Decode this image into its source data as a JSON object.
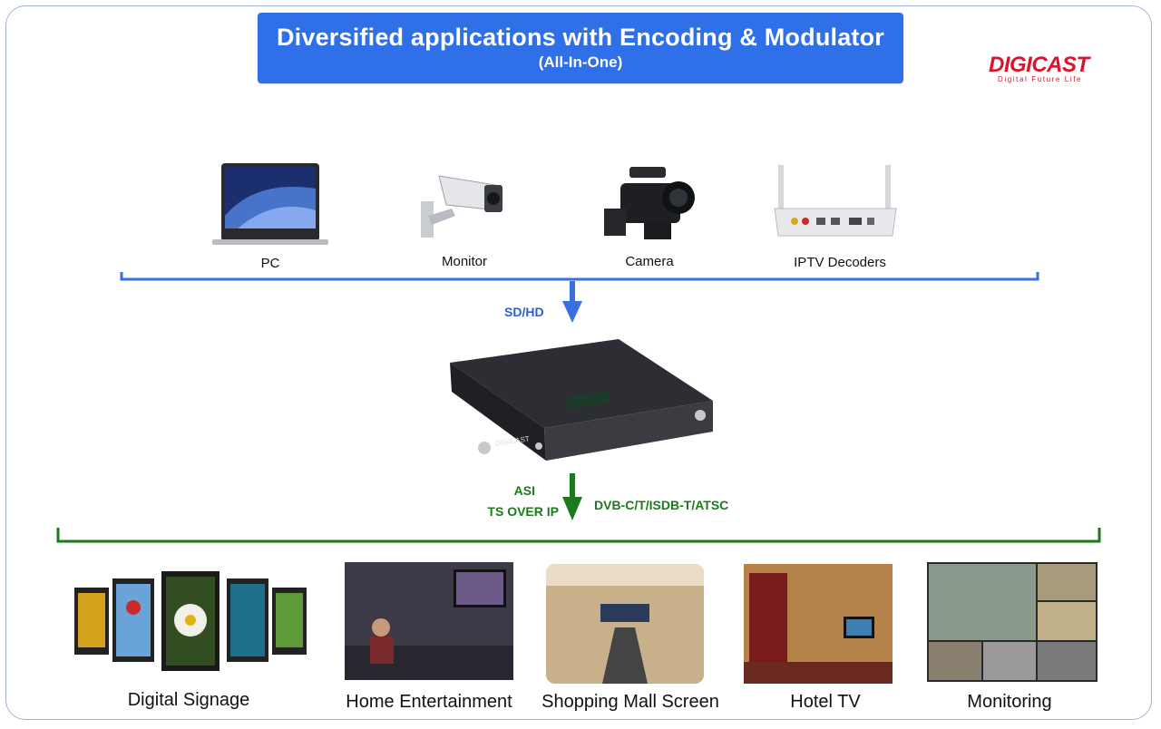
{
  "header": {
    "title": "Diversified applications with Encoding & Modulator",
    "subtitle": "(All-In-One)"
  },
  "logo": {
    "brand": "DIGICAST",
    "tagline": "Digital Future Life"
  },
  "inputs": {
    "items": [
      {
        "label": "PC",
        "icon": "laptop-icon"
      },
      {
        "label": "Monitor",
        "icon": "cctv-camera-icon"
      },
      {
        "label": "Camera",
        "icon": "video-camera-icon"
      },
      {
        "label": "IPTV Decoders",
        "icon": "set-top-box-icon"
      }
    ],
    "signal_label": "SD/HD"
  },
  "device": {
    "front_brand": "DIGICAST"
  },
  "outputs": {
    "signal_left_1": "ASI",
    "signal_left_2": "TS OVER IP",
    "signal_right": "DVB-C/T/ISDB-T/ATSC",
    "items": [
      {
        "label": "Digital Signage"
      },
      {
        "label": "Home Entertainment"
      },
      {
        "label": "Shopping Mall Screen"
      },
      {
        "label": "Hotel TV"
      },
      {
        "label": "Monitoring"
      }
    ]
  },
  "colors": {
    "title_bg": "#2f6fe8",
    "input_line": "#3a6fe0",
    "output_line": "#1b7a1b",
    "brand_red": "#d8152c"
  }
}
